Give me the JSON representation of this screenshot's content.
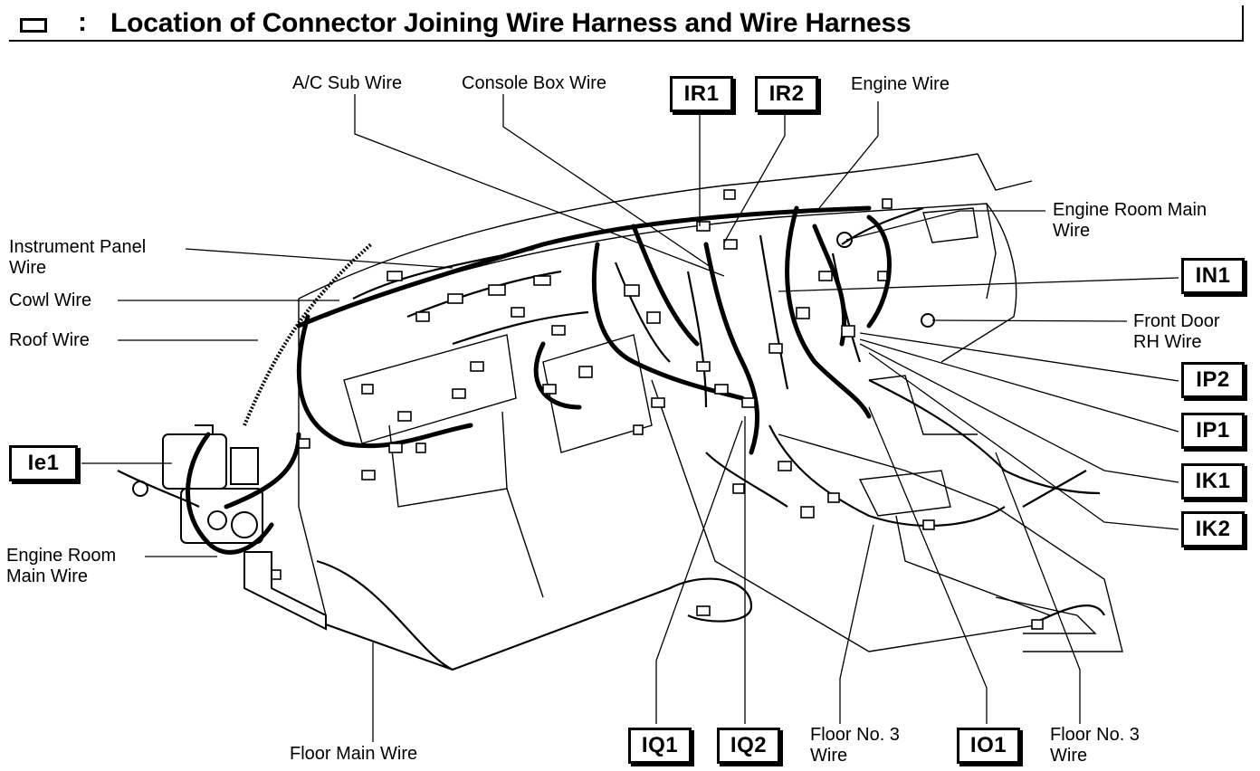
{
  "title": {
    "separator": ":",
    "text": "Location of Connector Joining Wire Harness and Wire Harness"
  },
  "labels": {
    "ac_sub_wire": "A/C Sub Wire",
    "console_box_wire": "Console Box Wire",
    "engine_wire": "Engine Wire",
    "engine_room_main_wire_right": [
      "Engine Room Main",
      "Wire"
    ],
    "instrument_panel_wire": [
      "Instrument Panel",
      "Wire"
    ],
    "cowl_wire": "Cowl Wire",
    "roof_wire": "Roof Wire",
    "front_door_rh_wire": [
      "Front Door",
      "RH Wire"
    ],
    "engine_room_main_wire_left": [
      "Engine Room",
      "Main Wire"
    ],
    "floor_main_wire": "Floor Main Wire",
    "floor_no3_wire_a": [
      "Floor No. 3",
      "Wire"
    ],
    "floor_no3_wire_b": [
      "Floor No. 3",
      "Wire"
    ]
  },
  "connectors": {
    "ir1": "IR1",
    "ir2": "IR2",
    "in1": "IN1",
    "ip2": "IP2",
    "ip1": "IP1",
    "ik1": "IK1",
    "ik2": "IK2",
    "ie1": "Ie1",
    "iq1": "IQ1",
    "iq2": "IQ2",
    "io1": "IO1"
  }
}
